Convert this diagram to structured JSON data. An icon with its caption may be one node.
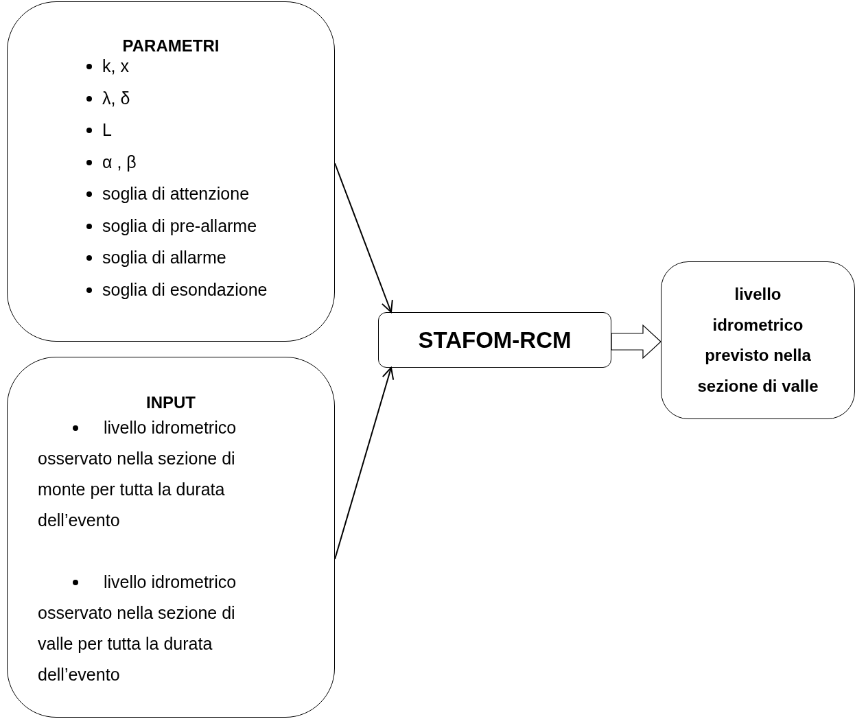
{
  "diagram": {
    "nodes": [
      {
        "text": [
          "PARAMETRI",
          "k, x",
          "λ, δ",
          "L",
          "α , β",
          "soglia di attenzione",
          "soglia di pre-allarme",
          "soglia di allarme",
          "soglia di esondazione"
        ]
      },
      {
        "text": [
          "INPUT",
          "livello idrometrico osservato nella sezione di monte per tutta la durata dell’evento",
          "livello idrometrico osservato nella sezione di valle per tutta la durata dell’evento"
        ]
      },
      {
        "text": [
          "STAFOM-RCM"
        ]
      },
      {
        "text": [
          "livello idrometrico previsto nella sezione di valle"
        ]
      }
    ],
    "edges": [
      {
        "from": 0,
        "to": 2,
        "arrow": "to"
      },
      {
        "from": 1,
        "to": 2,
        "arrow": "to"
      },
      {
        "from": 2,
        "to": 3,
        "arrow": "to",
        "style": "thick"
      }
    ]
  }
}
